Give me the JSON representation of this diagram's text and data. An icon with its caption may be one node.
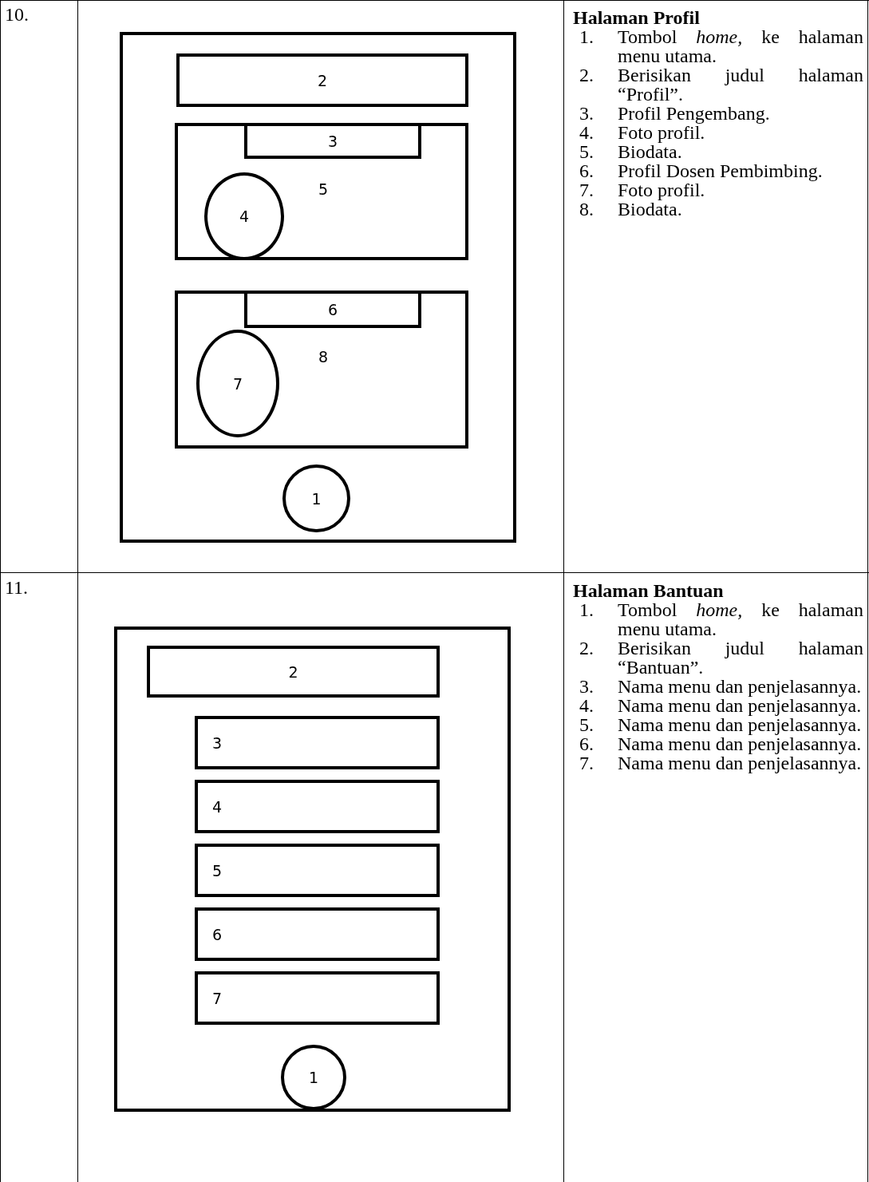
{
  "diagram": {
    "nodes": [
      {
        "text": [],
        "shape": "box"
      },
      {
        "text": [
          "2"
        ],
        "in": 0
      },
      {
        "text": [
          "5"
        ],
        "in": 0
      },
      {
        "text": [
          "3"
        ],
        "in": 2
      },
      {
        "text": [
          "4"
        ],
        "in": 2
      },
      {
        "text": [
          "8"
        ],
        "in": 0
      },
      {
        "text": [
          "6"
        ],
        "in": 5
      },
      {
        "text": [
          "7"
        ],
        "in": 5
      },
      {
        "text": [
          "1"
        ],
        "in": 0
      },
      {
        "text": [],
        "shape": "box"
      },
      {
        "text": [
          "2"
        ],
        "in": 9
      },
      {
        "text": [
          "3"
        ],
        "in": 9
      },
      {
        "text": [
          "4"
        ],
        "in": 9
      },
      {
        "text": [
          "5"
        ],
        "in": 9
      },
      {
        "text": [
          "6"
        ],
        "in": 9
      },
      {
        "text": [
          "7"
        ],
        "in": 9
      },
      {
        "text": [
          "1"
        ],
        "in": 9
      }
    ],
    "edges": [],
    "labels": [
      "10.",
      "Halaman Profil",
      "1.",
      "Tombol *home,* ke halaman menu utama.",
      "2.",
      "Berisikan judul halaman “Profil”.",
      "3.",
      "Profil Pengembang.",
      "4.",
      "Foto profil.",
      "5.",
      "Biodata.",
      "6.",
      "Profil Dosen Pembimbing.",
      "7.",
      "Foto profil.",
      "8.",
      "Biodata.",
      "11.",
      "Halaman Bantuan",
      "1.",
      "Tombol *home,* ke halaman menu utama.",
      "2.",
      "Berisikan judul halaman “Bantuan”.",
      "3.",
      "Nama menu dan penjelasannya.",
      "4.",
      "Nama menu dan penjelasannya.",
      "5.",
      "Nama menu dan penjelasannya.",
      "6.",
      "Nama menu dan penjelasannya.",
      "7.",
      "Nama menu dan penjelasannya."
    ]
  }
}
